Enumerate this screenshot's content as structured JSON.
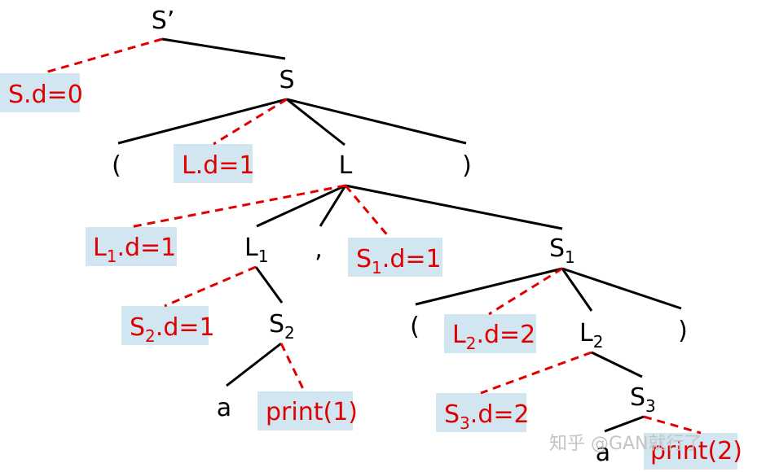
{
  "nodes": {
    "s_prime": "S’",
    "s": "S",
    "lparen": "(",
    "l": "L",
    "rparen": ")",
    "l1": "L",
    "l1_sub": "1",
    "comma": ",",
    "s1": "S",
    "s1_sub": "1",
    "s2": "S",
    "s2_sub": "2",
    "a1": "a",
    "lparen2": "(",
    "l2": "L",
    "l2_sub": "2",
    "rparen2": ")",
    "s3": "S",
    "s3_sub": "3",
    "a2": "a"
  },
  "attributes": {
    "sd0": "S.d=0",
    "ld1": "L.d=1",
    "l1d1": {
      "base": "L",
      "sub": "1",
      "rest": ".d=1"
    },
    "s1d1": {
      "base": "S",
      "sub": "1",
      "rest": ".d=1"
    },
    "s2d1": {
      "base": "S",
      "sub": "2",
      "rest": ".d=1"
    },
    "l2d2": {
      "base": "L",
      "sub": "2",
      "rest": ".d=2"
    },
    "s3d2": {
      "base": "S",
      "sub": "3",
      "rest": ".d=2"
    },
    "print1": "print(1)",
    "print2": "print(2)"
  },
  "watermark": "知乎 @GAN就行了",
  "colors": {
    "edge": "#000000",
    "attribute_text": "#e00000",
    "attribute_box": "#d2e6f2",
    "watermark": "#c4c4c4"
  }
}
